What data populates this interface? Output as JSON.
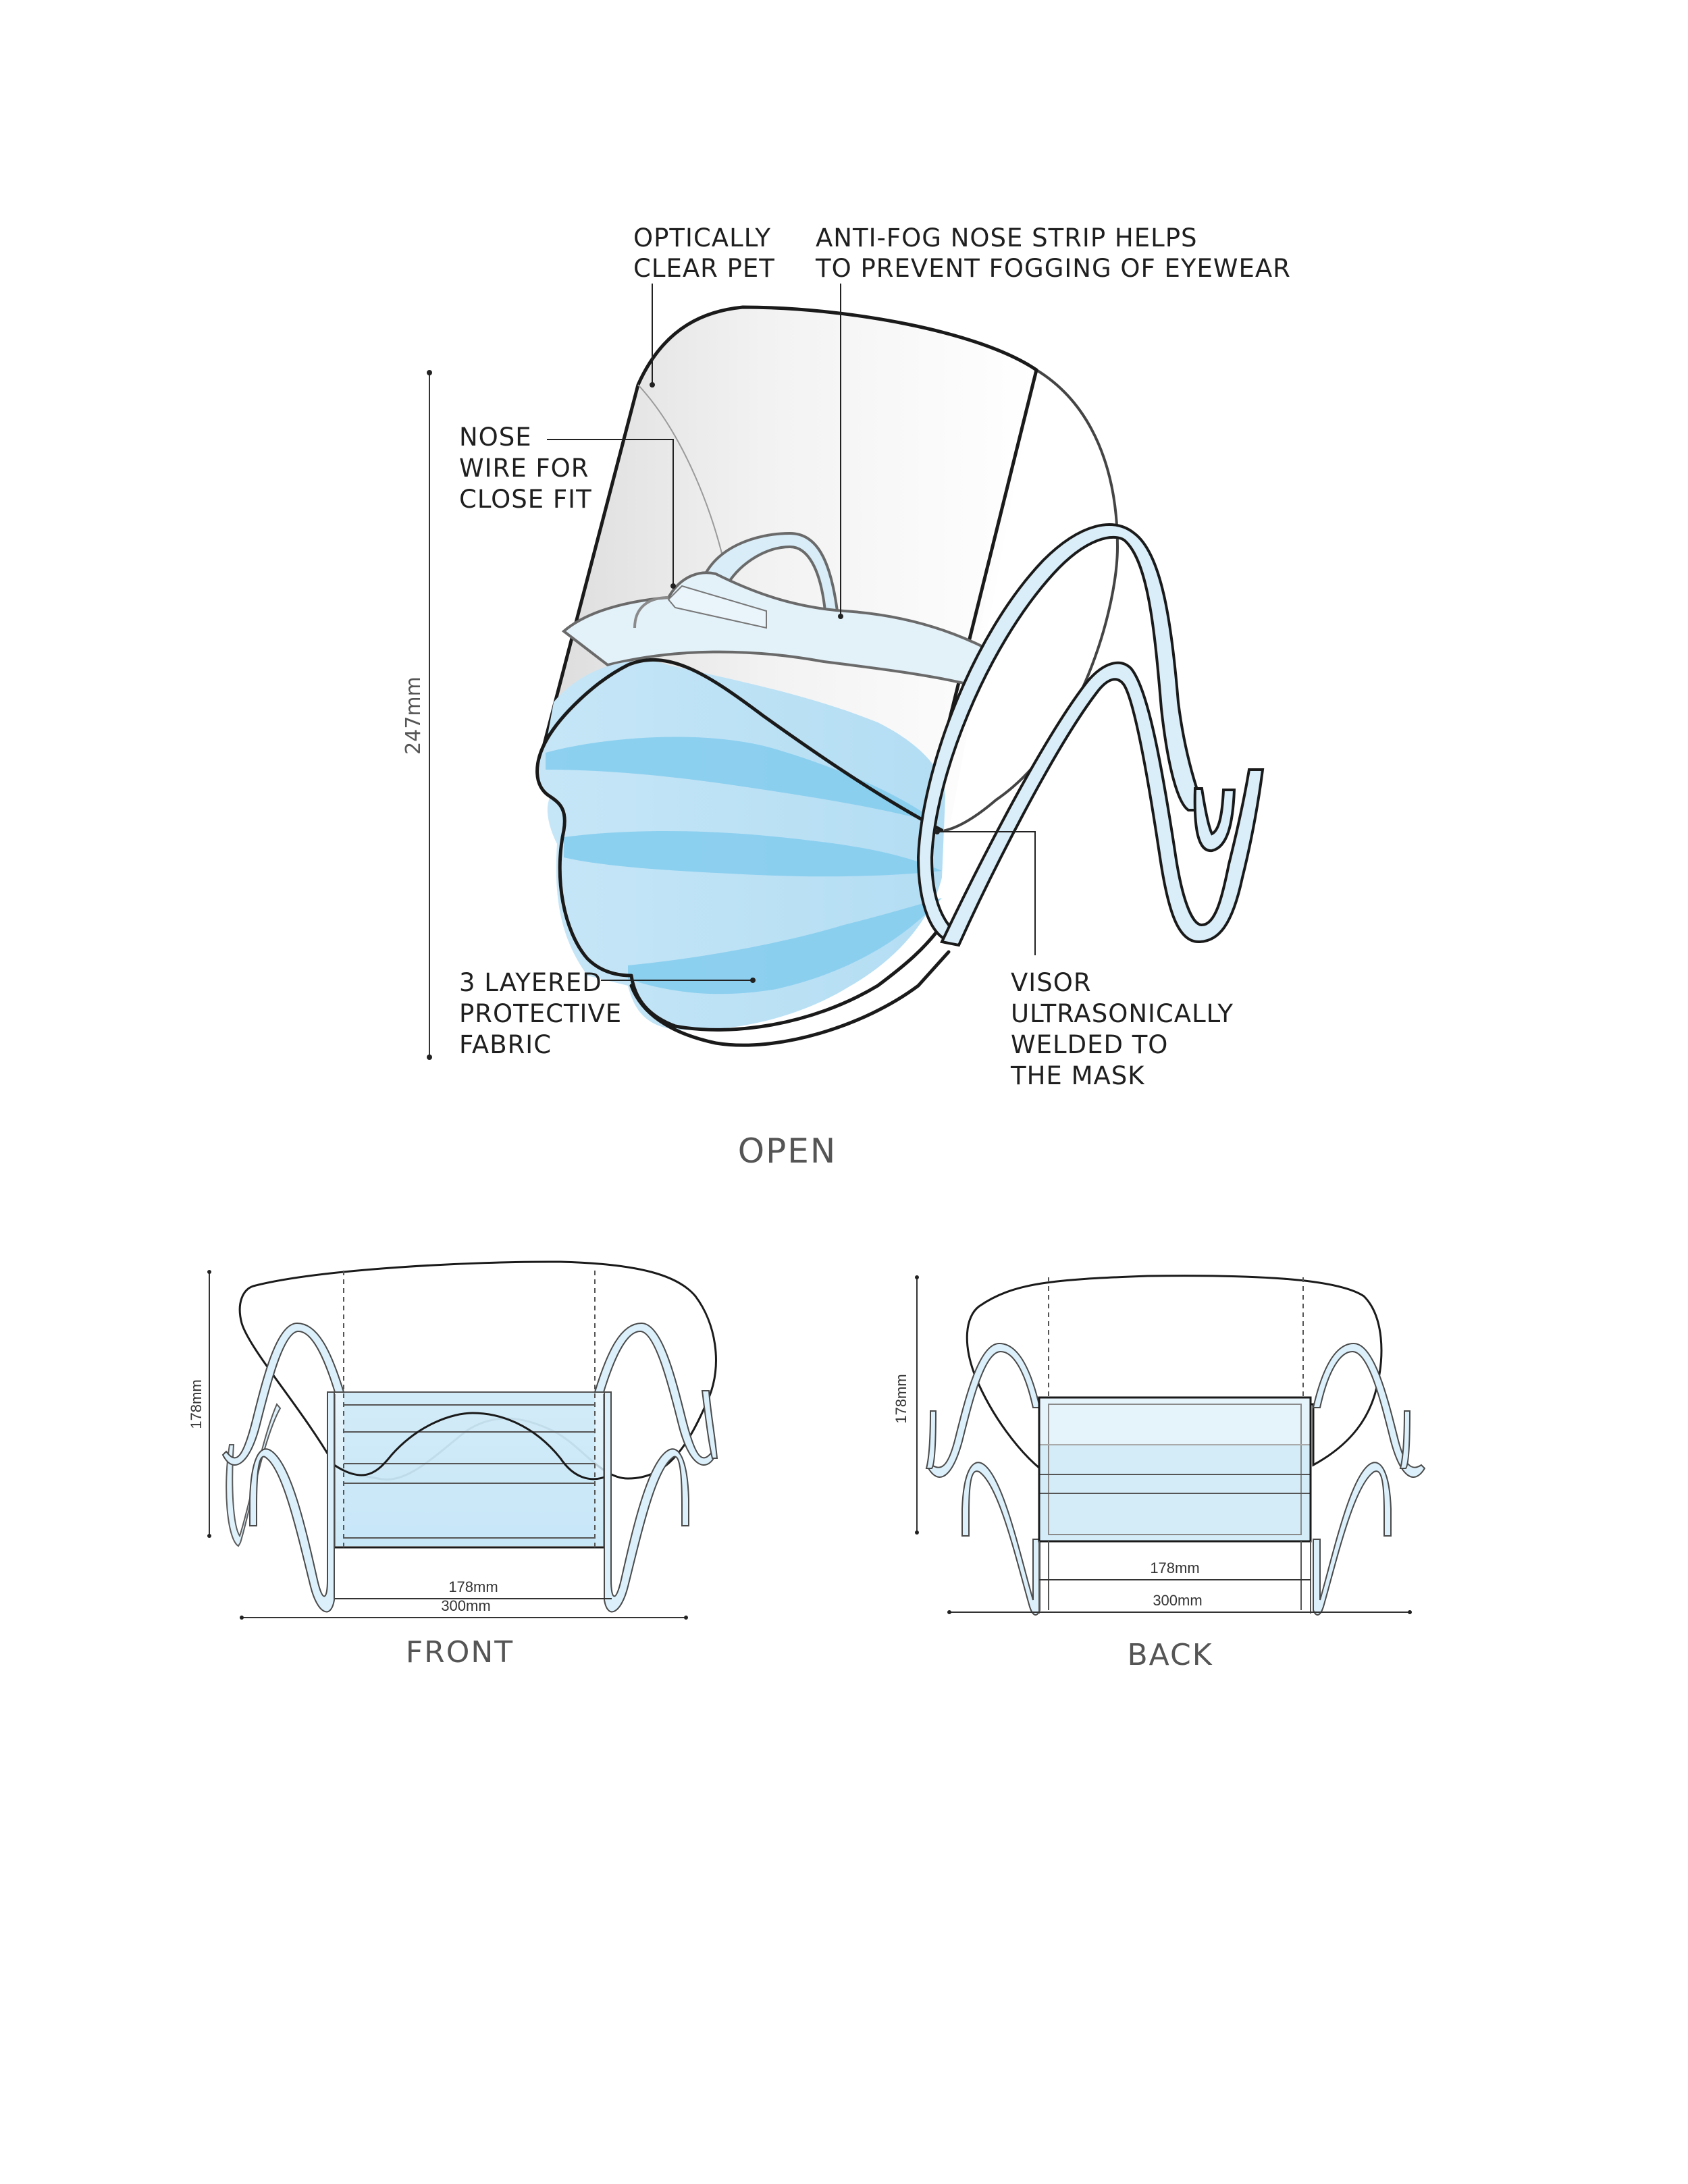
{
  "open_view": {
    "title": "OPEN",
    "height_dimension": "247mm",
    "callouts": {
      "optically_clear_pet": [
        "OPTICALLY",
        "CLEAR PET"
      ],
      "anti_fog_strip": [
        "ANTI-FOG NOSE STRIP HELPS",
        "TO PREVENT FOGGING OF EYEWEAR"
      ],
      "nose_wire": [
        "NOSE",
        "WIRE FOR",
        "CLOSE FIT"
      ],
      "fabric": [
        "3 LAYERED",
        "PROTECTIVE",
        "FABRIC"
      ],
      "visor_weld": [
        "VISOR",
        "ULTRASONICALLY",
        "WELDED TO",
        "THE MASK"
      ]
    }
  },
  "front_view": {
    "title": "FRONT",
    "height_dimension": "178mm",
    "mask_width_dimension": "178mm",
    "overall_width_dimension": "300mm"
  },
  "back_view": {
    "title": "BACK",
    "height_dimension": "178mm",
    "mask_width_dimension": "178mm",
    "overall_width_dimension": "300mm"
  },
  "colors": {
    "mask_blue": "#bfe3f5",
    "pleat_blue": "#86cdee",
    "strap_blue": "#d9eef9",
    "visor_gray": "#e6e6e6",
    "outline": "#1a1a1a",
    "title_gray": "#555555"
  }
}
